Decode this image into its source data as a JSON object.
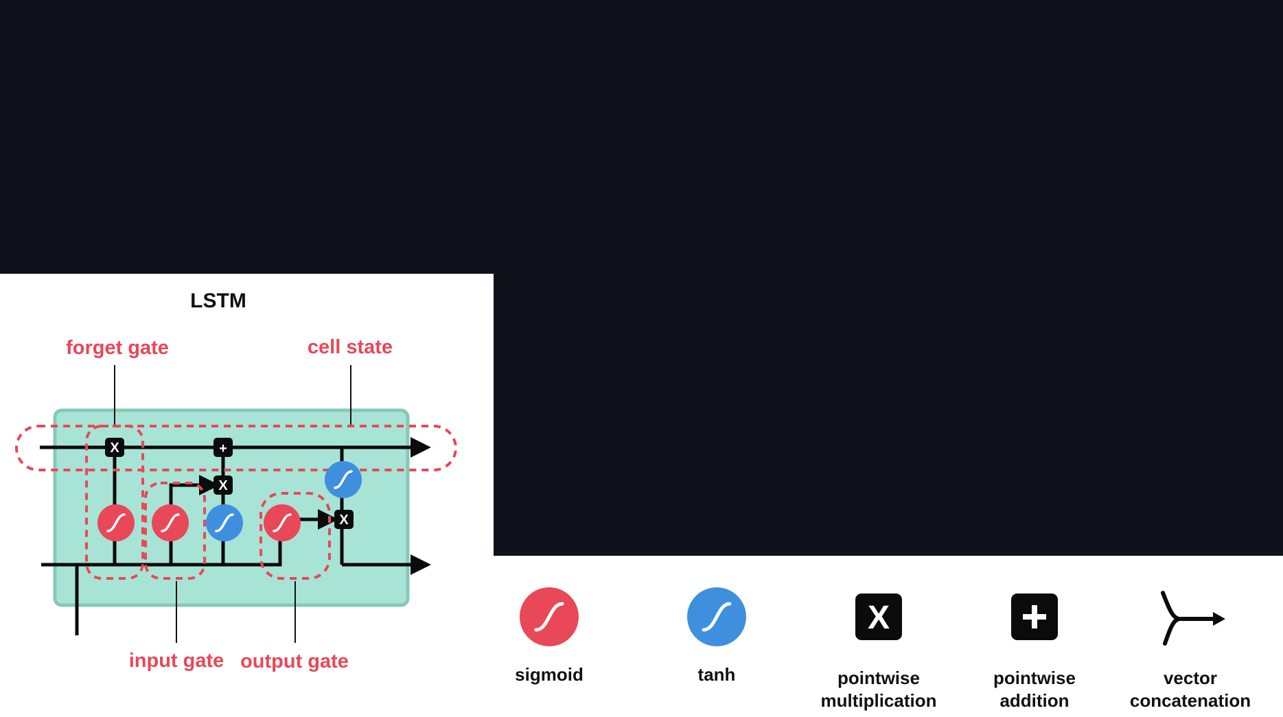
{
  "diagram": {
    "title": "LSTM",
    "labels": {
      "forget_gate": "forget gate",
      "cell_state": "cell state",
      "input_gate": "input gate",
      "output_gate": "output gate"
    },
    "ops": {
      "multiply": "X",
      "add": "+"
    }
  },
  "legend": {
    "sigmoid": [
      "sigmoid"
    ],
    "tanh": [
      "tanh"
    ],
    "pointwise_multiplication": [
      "pointwise",
      "multiplication"
    ],
    "pointwise_addition": [
      "pointwise",
      "addition"
    ],
    "vector_concatenation": [
      "vector",
      "concatenation"
    ],
    "multiply_symbol": "X"
  },
  "colors": {
    "background": "#0f121b",
    "panel": "#ffffff",
    "cell_fill": "#a8e4d5",
    "cell_border": "#86c9b6",
    "sigmoid": "#e84857",
    "tanh": "#3f8fdf",
    "label_red": "#e84857",
    "op_black": "#0b0b0b"
  }
}
